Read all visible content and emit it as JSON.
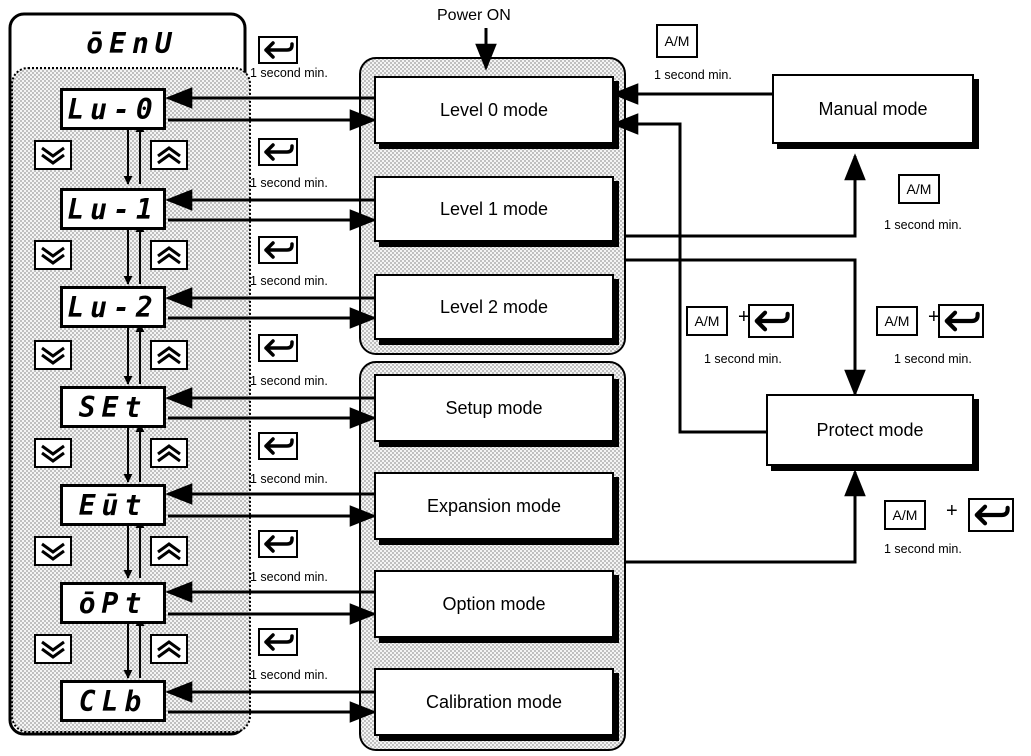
{
  "title": "Power ON",
  "menu_display": "ōEnU",
  "menu_codes": [
    "Lu-0",
    "Lu-1",
    "Lu-2",
    "SEt",
    "Eūt",
    "ōPt",
    "CLb"
  ],
  "modes": [
    "Level 0 mode",
    "Level 1 mode",
    "Level 2 mode",
    "Setup mode",
    "Expansion mode",
    "Option mode",
    "Calibration mode"
  ],
  "side_modes": {
    "manual": "Manual mode",
    "protect": "Protect mode"
  },
  "timing_label": "1 second min.",
  "keys": {
    "am_label": "A/M",
    "plus": "+",
    "mode_key_icon": "mode-key-icon",
    "down_icon": "double-chevron-down-icon",
    "up_icon": "double-chevron-up-icon"
  },
  "colors": {
    "line": "#000000",
    "background": "#ffffff",
    "dot_fill": "#bdbdbd"
  }
}
